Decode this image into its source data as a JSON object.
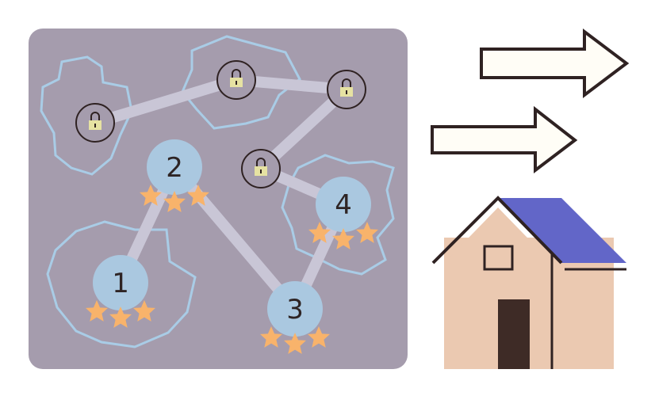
{
  "map": {
    "nodes": [
      {
        "label": "1",
        "stars": 3
      },
      {
        "label": "2",
        "stars": 3
      },
      {
        "label": "3",
        "stars": 3
      },
      {
        "label": "4",
        "stars": 3
      }
    ],
    "locked_nodes": 4
  },
  "colors": {
    "panel": "#a59cad",
    "path": "#c9c6d6",
    "region_outline": "#a9cce6",
    "node_fill": "#aac8e0",
    "star": "#f8b36b",
    "lock": "#e6e2a2",
    "wall": "#ebc9b1",
    "roof": "#6266c8",
    "outline": "#2f2222"
  },
  "icons": [
    "lock-icon",
    "star-icon",
    "arrow-right-icon",
    "house-icon"
  ]
}
